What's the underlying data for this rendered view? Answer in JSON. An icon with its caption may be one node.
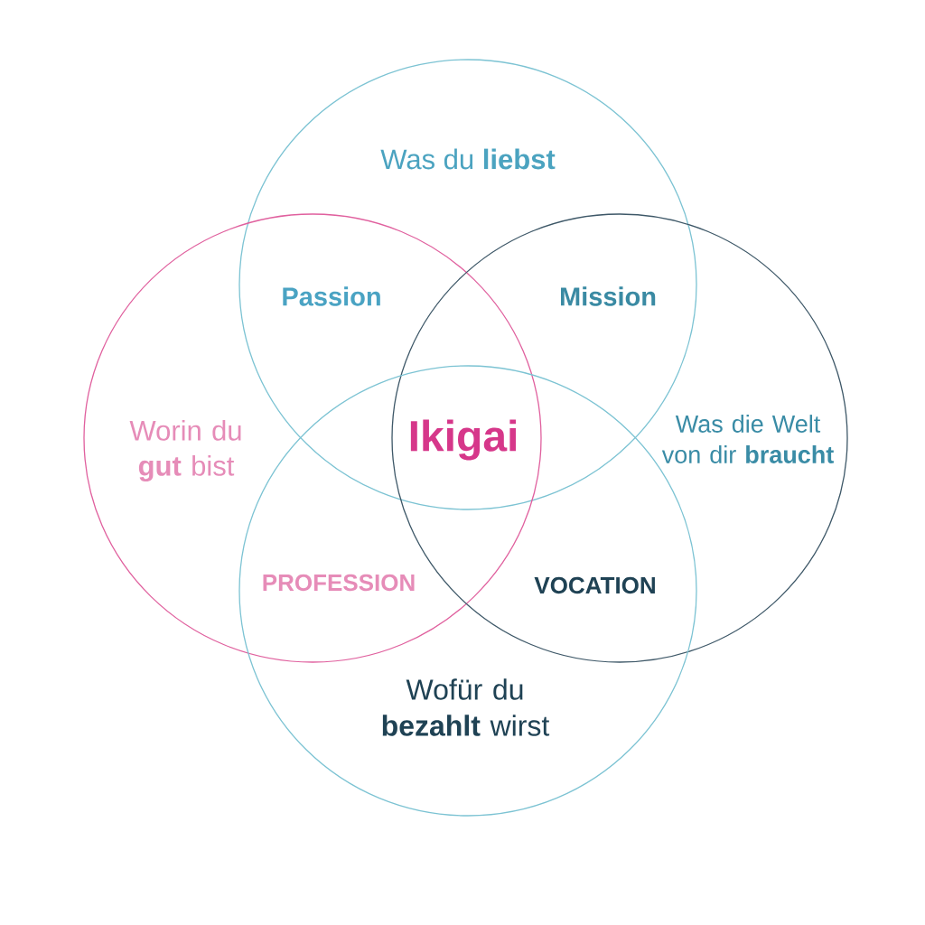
{
  "diagram": {
    "nodes": [
      {
        "text": [
          "Was du **liebst**"
        ]
      },
      {
        "text": [
          "Worin du **gut** bist"
        ]
      },
      {
        "text": [
          "Was die Welt von dir **braucht**"
        ]
      },
      {
        "text": [
          "Wofür du **bezahlt** wirst"
        ]
      }
    ],
    "labels": [
      "Passion",
      "Mission",
      "Ikigai",
      "PROFESSION",
      "VOCATION"
    ]
  }
}
